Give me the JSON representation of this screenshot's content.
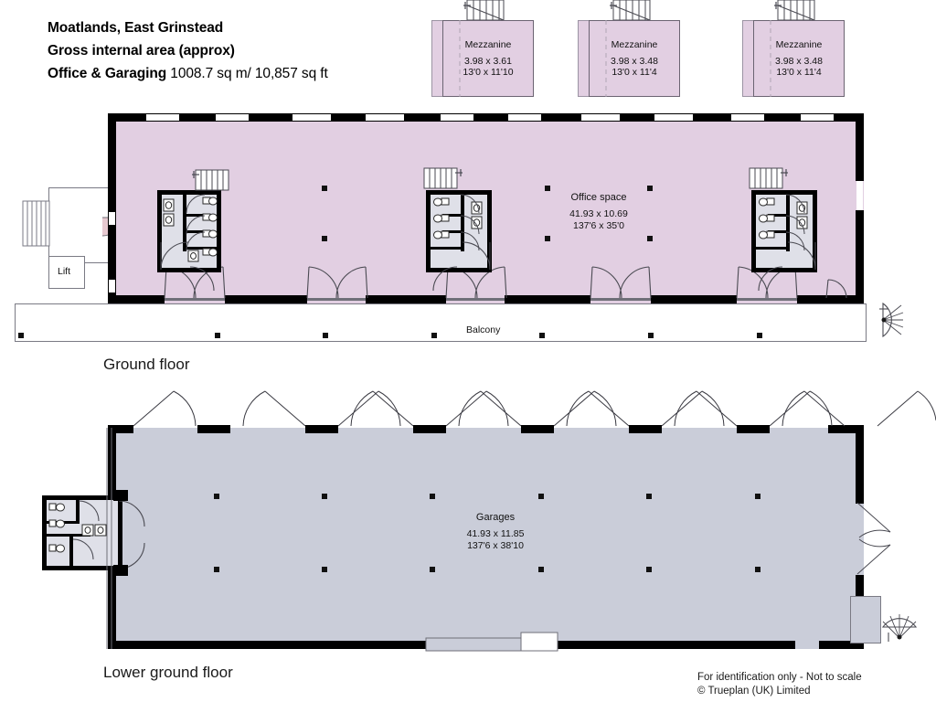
{
  "title": {
    "line1": "Moatlands, East Grinstead",
    "line2": "Gross internal area (approx)",
    "line3_bold": "Office & Garaging",
    "line3_rest": "1008.7 sq m/ 10,857 sq ft"
  },
  "mezzanines": [
    {
      "name": "Mezzanine",
      "metric": "3.98  x  3.61",
      "imperial": "13'0  x  11'10"
    },
    {
      "name": "Mezzanine",
      "metric": "3.98  x  3.48",
      "imperial": "13'0  x  11'4"
    },
    {
      "name": "Mezzanine",
      "metric": "3.98  x  3.48",
      "imperial": "13'0  x  11'4"
    }
  ],
  "ground_floor": {
    "caption": "Ground floor",
    "office": {
      "name": "Office space",
      "metric": "41.93  x  10.69",
      "imperial": "137'6  x  35'0"
    },
    "lift_label": "Lift",
    "balcony_label": "Balcony"
  },
  "lower_ground_floor": {
    "caption": "Lower ground floor",
    "garages": {
      "name": "Garages",
      "metric": "41.93  x  11.85",
      "imperial": "137'6  x  38'10"
    }
  },
  "footer": {
    "line1": "For identification only - Not to scale",
    "line2": "©  Trueplan (UK) Limited"
  },
  "colors": {
    "office_fill": "#e2cfe2",
    "garage_fill": "#cacdd9",
    "wc_fill": "#dfe0e8",
    "wall": "#000000",
    "thin_wall": "#6f6f78"
  }
}
